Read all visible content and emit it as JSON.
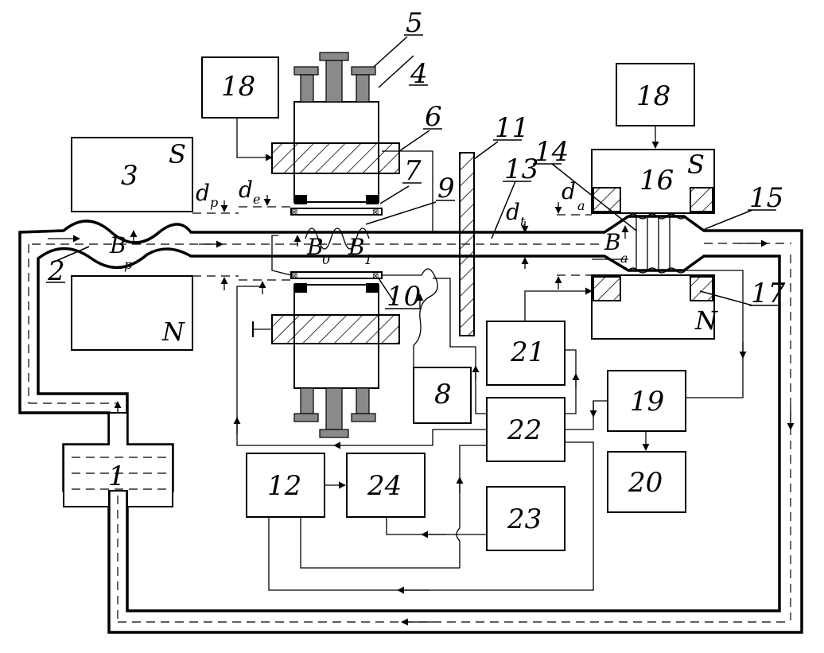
{
  "blocks": {
    "b1": "1",
    "b3": "3",
    "b4": "4",
    "b5": "5",
    "b6": "6",
    "b7": "7",
    "b8": "8",
    "b9": "9",
    "b10": "10",
    "b11": "11",
    "b12": "12",
    "b13": "13",
    "b14": "14",
    "b15": "15",
    "b16": "16",
    "b17": "17",
    "b18a": "18",
    "b18b": "18",
    "b19": "19",
    "b20": "20",
    "b21": "21",
    "b22": "22",
    "b23": "23",
    "b24": "24",
    "b2": "2"
  },
  "poles": {
    "s_left": "S",
    "n_left": "N",
    "s_right": "S",
    "n_right": "N"
  },
  "symbols": {
    "d": "d",
    "B": "B",
    "sub_p": "p",
    "sub_e": "e",
    "sub_t": "t",
    "sub_a": "a",
    "sub_0": "0",
    "sub_1": "1"
  }
}
